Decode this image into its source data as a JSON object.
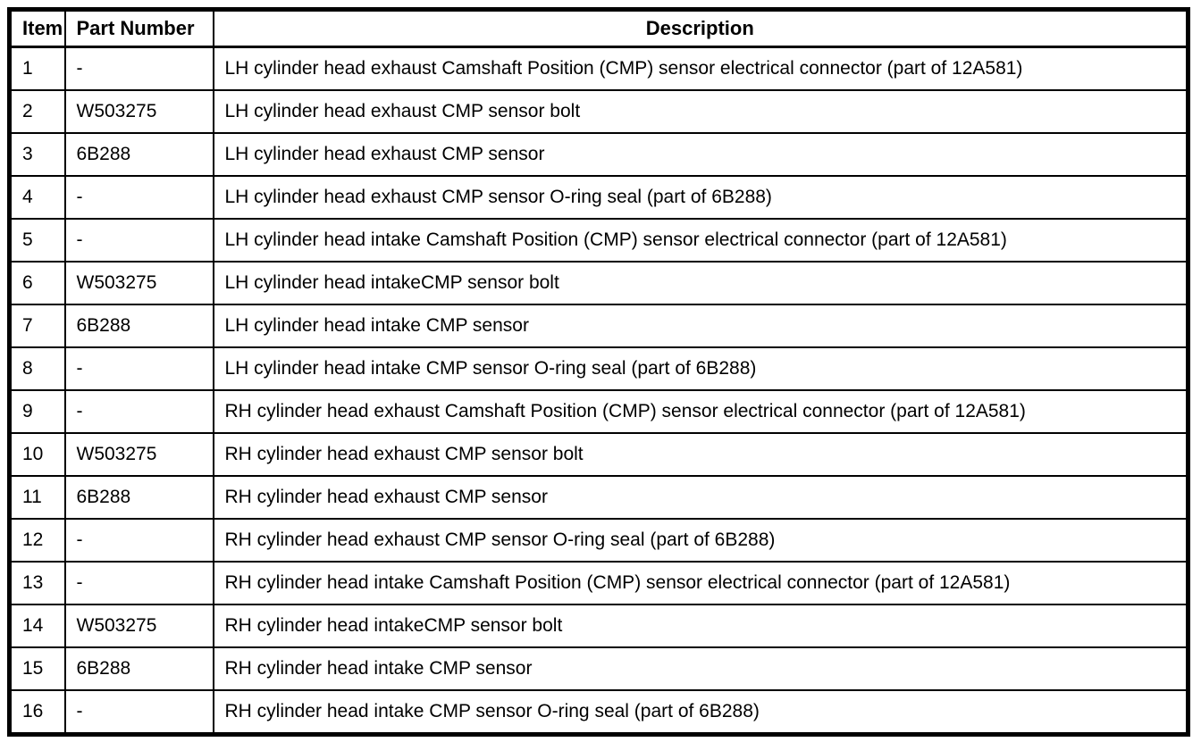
{
  "table": {
    "columns": {
      "item": "Item",
      "part_number": "Part Number",
      "description": "Description"
    },
    "border_color": "#000000",
    "background_color": "#ffffff",
    "text_color": "#000000",
    "rows": [
      {
        "item": "1",
        "part_number": "-",
        "description": "LH cylinder head exhaust Camshaft Position (CMP) sensor electrical connector (part of 12A581)"
      },
      {
        "item": "2",
        "part_number": "W503275",
        "description": "LH cylinder head exhaust CMP sensor bolt"
      },
      {
        "item": "3",
        "part_number": "6B288",
        "description": "LH cylinder head exhaust CMP sensor"
      },
      {
        "item": "4",
        "part_number": "-",
        "description": "LH cylinder head exhaust CMP sensor O-ring seal (part of 6B288)"
      },
      {
        "item": "5",
        "part_number": "-",
        "description": "LH cylinder head intake Camshaft Position (CMP) sensor electrical connector (part of 12A581)"
      },
      {
        "item": "6",
        "part_number": "W503275",
        "description": "LH cylinder head intakeCMP sensor bolt"
      },
      {
        "item": "7",
        "part_number": "6B288",
        "description": "LH cylinder head intake CMP sensor"
      },
      {
        "item": "8",
        "part_number": "-",
        "description": "LH cylinder head intake CMP sensor O-ring seal (part of 6B288)"
      },
      {
        "item": "9",
        "part_number": "-",
        "description": "RH cylinder head exhaust Camshaft Position (CMP) sensor electrical connector (part of 12A581)"
      },
      {
        "item": "10",
        "part_number": "W503275",
        "description": "RH cylinder head exhaust CMP sensor bolt"
      },
      {
        "item": "11",
        "part_number": "6B288",
        "description": "RH cylinder head exhaust CMP sensor"
      },
      {
        "item": "12",
        "part_number": "-",
        "description": "RH cylinder head exhaust CMP sensor O-ring seal (part of 6B288)"
      },
      {
        "item": "13",
        "part_number": "-",
        "description": "RH cylinder head intake Camshaft Position (CMP) sensor electrical connector (part of 12A581)"
      },
      {
        "item": "14",
        "part_number": "W503275",
        "description": "RH cylinder head intakeCMP sensor bolt"
      },
      {
        "item": "15",
        "part_number": "6B288",
        "description": "RH cylinder head intake CMP sensor"
      },
      {
        "item": "16",
        "part_number": "-",
        "description": "RH cylinder head intake CMP sensor O-ring seal (part of 6B288)"
      }
    ]
  }
}
